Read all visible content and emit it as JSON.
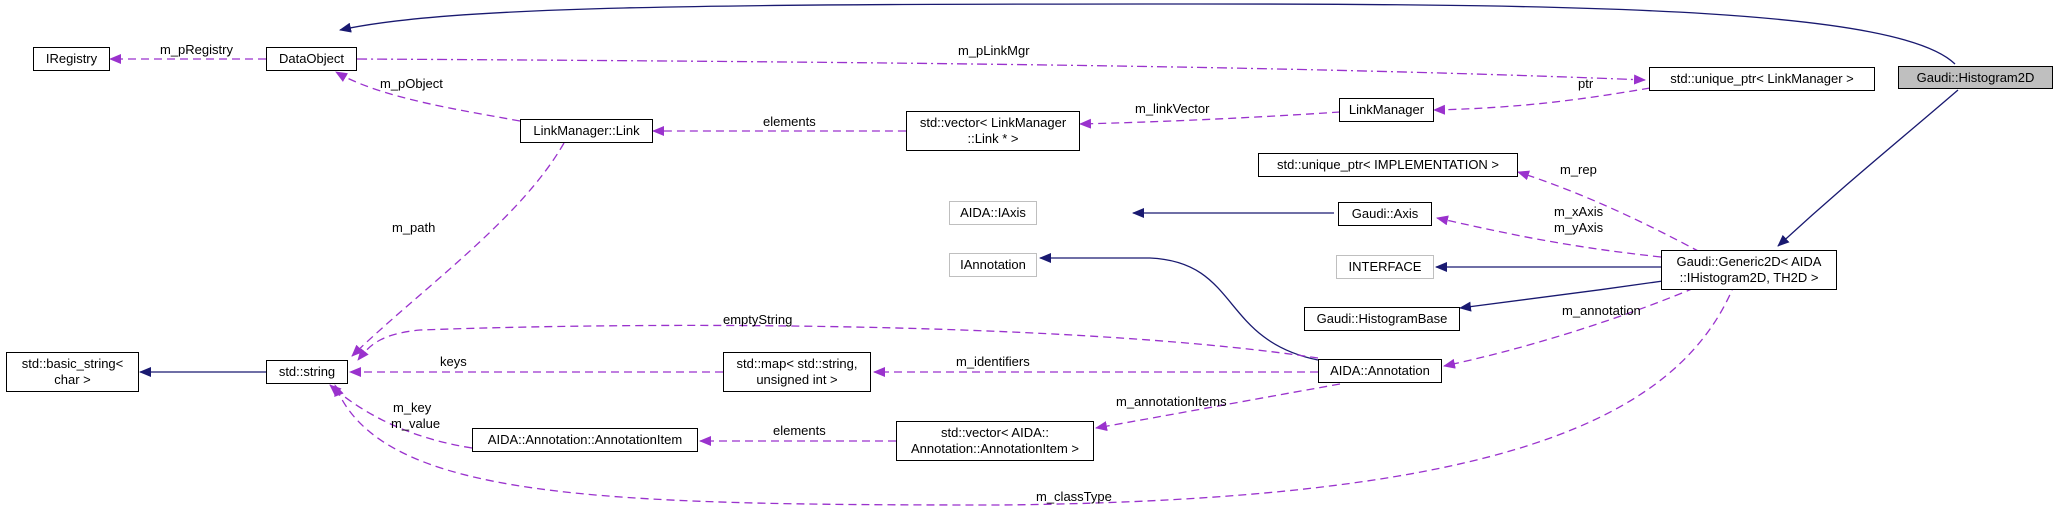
{
  "diagram": {
    "nodes": {
      "histogram2d": "Gaudi::Histogram2D",
      "dataobject": "DataObject",
      "iregistry": "IRegistry",
      "unique_ptr_linkmgr": "std::unique_ptr< LinkManager >",
      "linkmanager": "LinkManager",
      "vector_link": [
        "std::vector< LinkManager",
        "::Link * >"
      ],
      "linkmanager_link": "LinkManager::Link",
      "unique_ptr_impl": "std::unique_ptr< IMPLEMENTATION >",
      "aida_iaxis": "AIDA::IAxis",
      "gaudi_axis": "Gaudi::Axis",
      "iannotation": "IAnnotation",
      "interface": "INTERFACE",
      "generic2d": [
        "Gaudi::Generic2D< AIDA",
        "::IHistogram2D, TH2D >"
      ],
      "histogrambase": "Gaudi::HistogramBase",
      "aida_annotation": "AIDA::Annotation",
      "map": [
        "std::map< std::string,",
        "unsigned int >"
      ],
      "std_string": "std::string",
      "basic_string": [
        "std::basic_string<",
        "char >"
      ],
      "annotation_item": "AIDA::Annotation::AnnotationItem",
      "vector_annotation_item": [
        "std::vector< AIDA::",
        "Annotation::AnnotationItem >"
      ]
    },
    "edge_labels": {
      "m_pRegistry": "m_pRegistry",
      "m_pLinkMgr": "m_pLinkMgr",
      "m_pObject": "m_pObject",
      "ptr": "ptr",
      "m_linkVector": "m_linkVector",
      "elements_link": "elements",
      "m_rep": "m_rep",
      "m_xAxis": "m_xAxis",
      "m_yAxis": "m_yAxis",
      "m_path": "m_path",
      "emptyString": "emptyString",
      "m_annotation": "m_annotation",
      "keys": "keys",
      "m_identifiers": "m_identifiers",
      "m_annotationItems": "m_annotationItems",
      "m_key": "m_key",
      "m_value": "m_value",
      "elements_item": "elements",
      "m_classType": "m_classType"
    },
    "colors": {
      "inheritance": "#191970",
      "usage": "#9a32cd",
      "node_border": "#000000",
      "external_border": "#bfbfbf",
      "focus_fill": "#bfbfbf"
    }
  }
}
